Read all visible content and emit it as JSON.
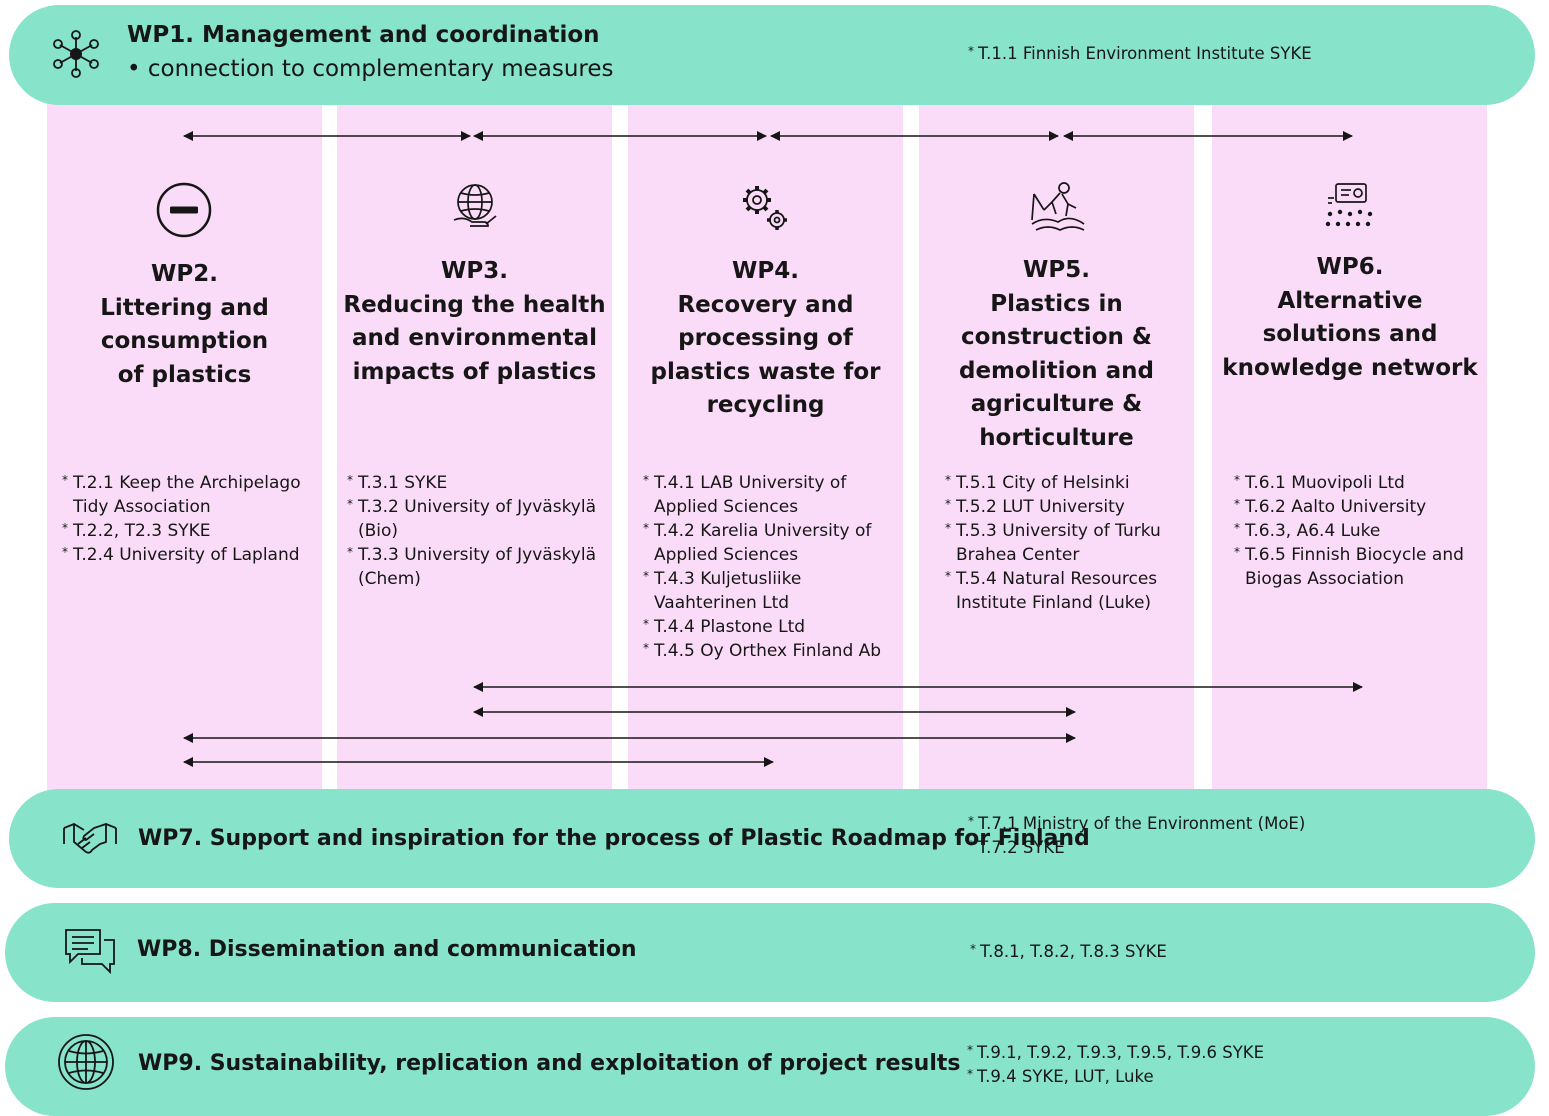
{
  "wp1": {
    "title": "WP1. Management and coordination",
    "subtitle": "• connection to complementary measures",
    "partners": [
      "T.1.1 Finnish Environment Institute SYKE"
    ]
  },
  "columns": [
    {
      "title_lines": [
        "WP2.",
        "Littering and",
        "consumption",
        "of plastics"
      ],
      "icon": "minus-circle-icon",
      "tasks": [
        "T.2.1 Keep the Archipelago Tidy Association",
        "T.2.2, T2.3 SYKE",
        "T.2.4 University of Lapland"
      ]
    },
    {
      "title_lines": [
        "WP3.",
        "Reducing the health",
        "and environmental",
        "impacts of plastics"
      ],
      "icon": "globe-in-hand-icon",
      "tasks": [
        "T.3.1 SYKE",
        "T.3.2 University of Jyväskylä (Bio)",
        "T.3.3 University of Jyväskylä (Chem)"
      ]
    },
    {
      "title_lines": [
        "WP4.",
        "Recovery and",
        "processing of",
        "plastics waste for",
        "recycling"
      ],
      "icon": "gears-icon",
      "tasks": [
        "T.4.1 LAB University of Applied Sciences",
        "T.4.2 Karelia University of Applied Sciences",
        "T.4.3 Kuljetusliike Vaahterinen Ltd",
        "T.4.4 Plastone Ltd",
        "T.4.5 Oy Orthex Finland Ab"
      ]
    },
    {
      "title_lines": [
        "WP5.",
        "Plastics in",
        "construction &",
        "demolition and",
        "agriculture &",
        "horticulture"
      ],
      "icon": "farmer-icon",
      "tasks": [
        "T.5.1 City of Helsinki",
        "T.5.2 LUT University",
        "T.5.3 University of Turku Brahea Center",
        "T.5.4 Natural Resources Institute Finland (Luke)"
      ]
    },
    {
      "title_lines": [
        "WP6.",
        "Alternative",
        "solutions and",
        "knowledge network"
      ],
      "icon": "network-screen-icon",
      "tasks": [
        "T.6.1 Muovipoli Ltd",
        "T.6.2 Aalto University",
        "T.6.3, A6.4 Luke",
        "T.6.5 Finnish Biocycle and Biogas Association"
      ]
    }
  ],
  "wp7": {
    "title": "WP7. Support and inspiration for the process of Plastic Roadmap for Finland",
    "partners": [
      "T.7.1 Ministry of the Environment (MoE)",
      "T.7.2 SYKE"
    ],
    "icon": "handshake-icon"
  },
  "wp8": {
    "title": "WP8. Dissemination and communication",
    "partners": [
      "T.8.1, T.8.2, T.8.3 SYKE"
    ],
    "icon": "chat-bubbles-icon"
  },
  "wp9": {
    "title": "WP9. Sustainability, replication and exploitation of project results",
    "partners": [
      "T.9.1, T.9.2, T.9.3, T.9.5, T.9.6 SYKE",
      "T.9.4 SYKE, LUT, Luke"
    ],
    "icon": "globe-icon"
  },
  "colors": {
    "band": "#87e3c9",
    "column": "#fadcf8",
    "text": "#161616"
  }
}
